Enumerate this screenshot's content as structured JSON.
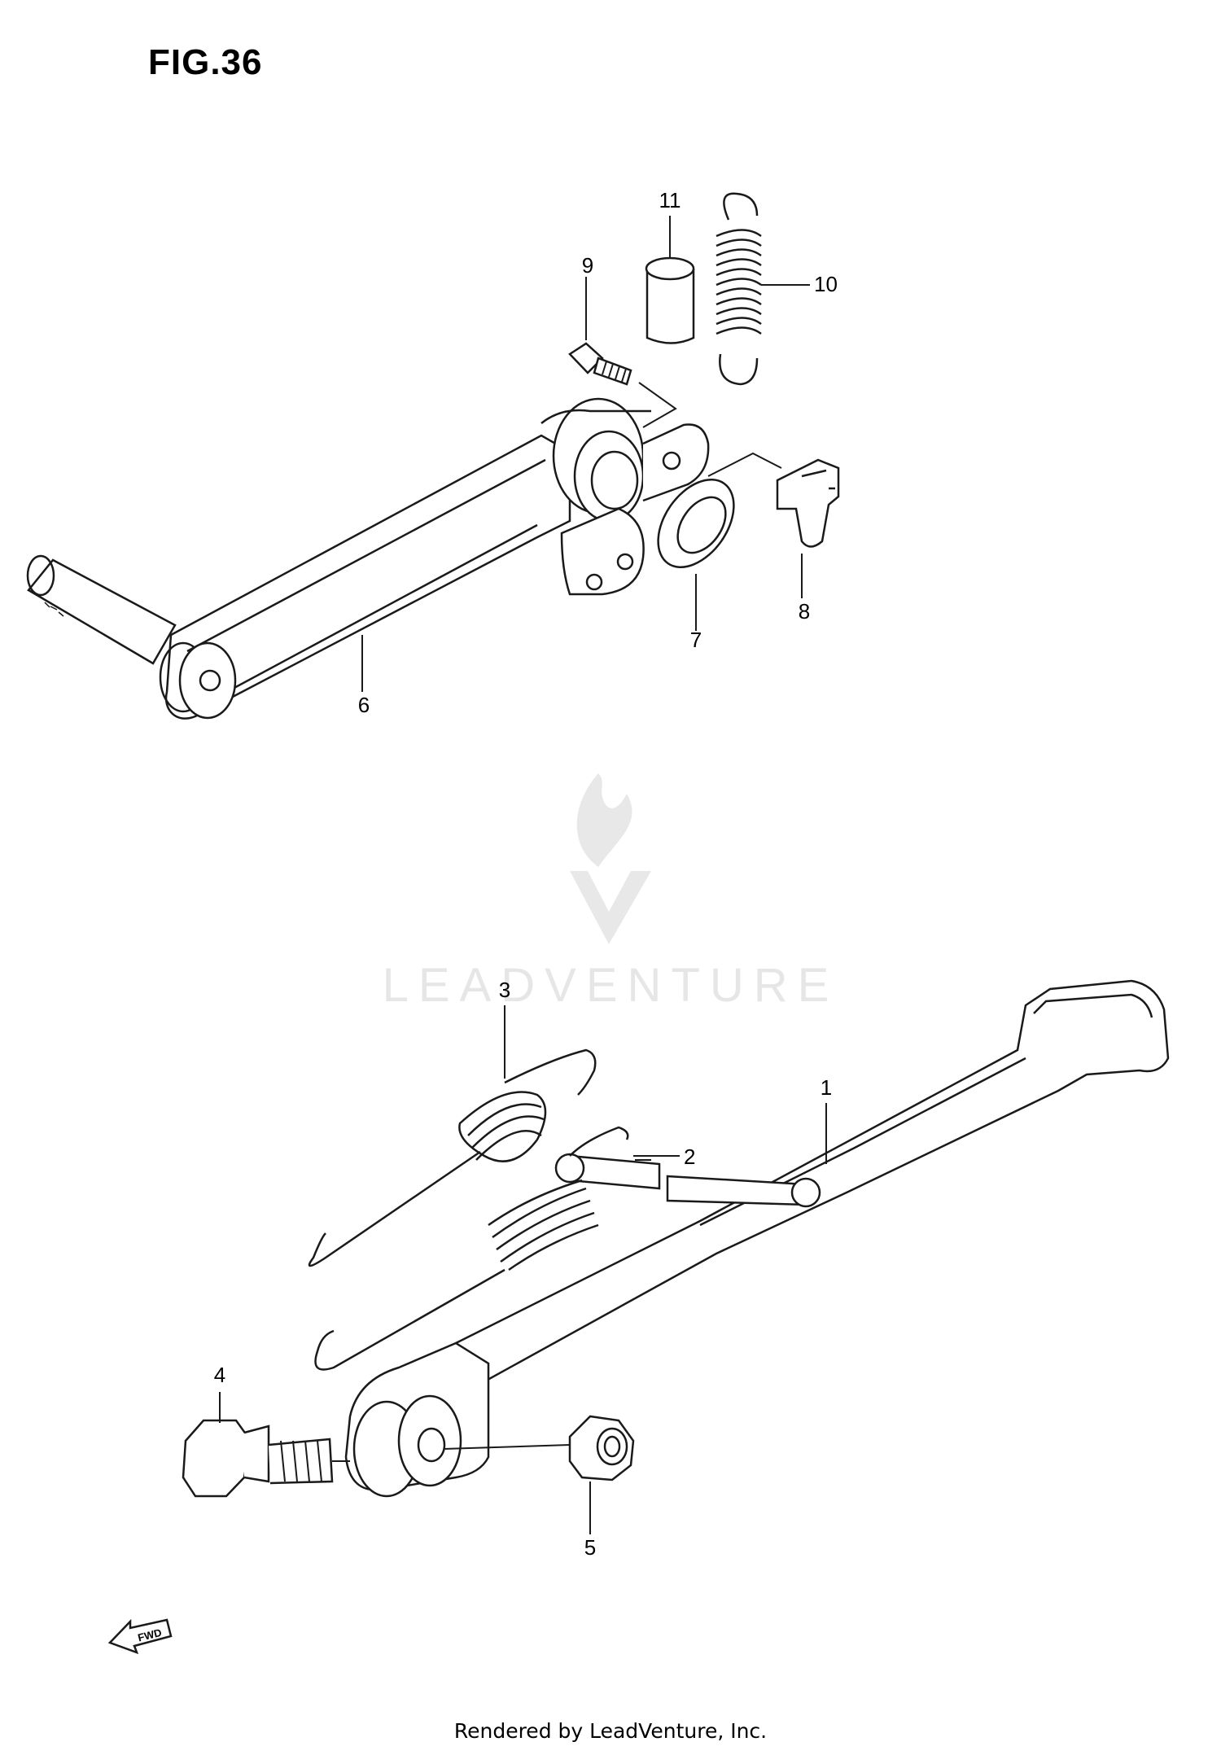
{
  "figure": {
    "title": "FIG.36"
  },
  "callouts": {
    "c1": "1",
    "c2": "2",
    "c3": "3",
    "c4": "4",
    "c5": "5",
    "c6": "6",
    "c7": "7",
    "c8": "8",
    "c9": "9",
    "c10": "10",
    "c11": "11"
  },
  "watermark": {
    "text": "LEADVENTURE"
  },
  "fwd_badge": {
    "text": "FWD"
  },
  "footer": {
    "text": "Rendered by LeadVenture, Inc."
  },
  "colors": {
    "line": "#1a1a1a",
    "watermark": "#e6e6e6"
  }
}
